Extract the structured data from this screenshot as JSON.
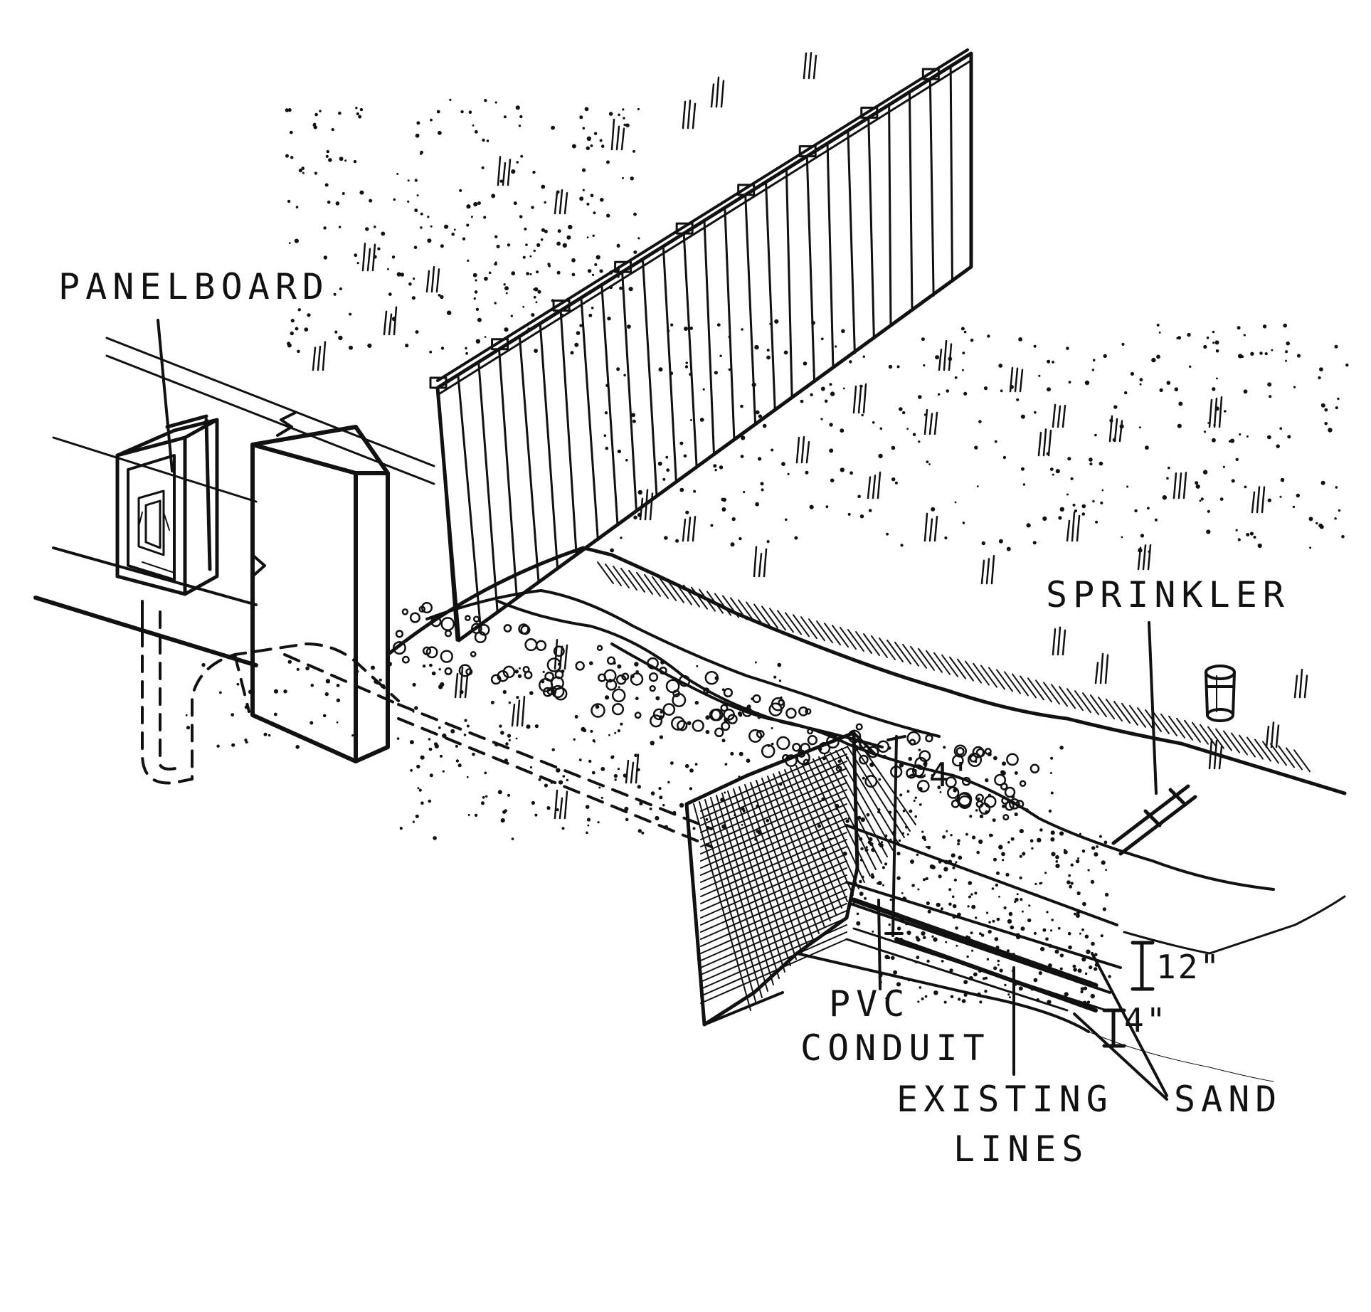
{
  "labels": {
    "panelboard": "PANELBOARD",
    "sprinkler": "SPRINKLER",
    "pvc_line1": "PVC",
    "pvc_line2": "CONDUIT",
    "existing_line1": "EXISTING",
    "existing_line2": "LINES",
    "sand": "SAND",
    "depth_12": "12\"",
    "depth_4": "4\"",
    "trench_depth": "~4'"
  },
  "colors": {
    "ink": "#111111",
    "paper": "#ffffff"
  }
}
